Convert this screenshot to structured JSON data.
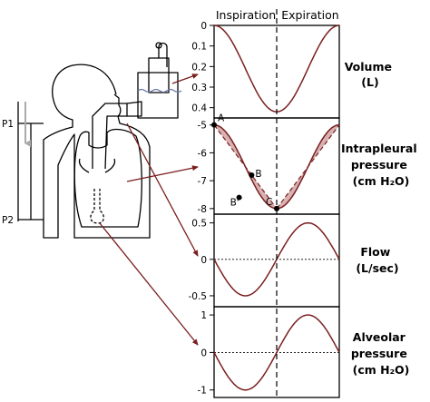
{
  "header": {
    "inspiration": "Inspiration",
    "expiration": "Expiration"
  },
  "colors": {
    "curve": "#7a1e1e",
    "shade": "#d8b2b2",
    "arrow": "#7a1e1e",
    "line": "#000000",
    "grey_arrow": "#aaaaaa"
  },
  "subject": {
    "pressure_labels": [
      "P1",
      "P2"
    ]
  },
  "panels": [
    {
      "id": "volume",
      "label_lines": [
        "Volume",
        "(L)"
      ],
      "y_ticks": [
        "0",
        "0.1",
        "0.2",
        "0.3",
        "0.4"
      ],
      "y_tick_values": [
        0,
        0.1,
        0.2,
        0.3,
        0.4
      ],
      "y_range": [
        0,
        0.45
      ],
      "inverted": true,
      "peak_value": 0.42
    },
    {
      "id": "intrapleural",
      "label_lines": [
        "Intrapleural",
        "pressure",
        "(cm H₂O)"
      ],
      "y_ticks": [
        "-5",
        "-6",
        "-7",
        "-8"
      ],
      "y_tick_values": [
        -5,
        -6,
        -7,
        -8
      ],
      "y_range": [
        -8.2,
        -4.75
      ],
      "start_value": -5,
      "trough_value": -8,
      "points": [
        {
          "name": "A",
          "value": -5
        },
        {
          "name": "B",
          "value": -6.8
        },
        {
          "name": "B'",
          "value": -7.6
        },
        {
          "name": "C",
          "value": -8
        }
      ]
    },
    {
      "id": "flow",
      "label_lines": [
        "Flow",
        "(L/sec)"
      ],
      "y_ticks": [
        "0.5",
        "0",
        "-0.5"
      ],
      "y_tick_values": [
        0.5,
        0,
        -0.5
      ],
      "y_range": [
        -0.65,
        0.62
      ],
      "amplitude": 0.5
    },
    {
      "id": "alveolar",
      "label_lines": [
        "Alveolar",
        "pressure",
        "(cm H₂O)"
      ],
      "y_ticks": [
        "1",
        "0",
        "-1"
      ],
      "y_tick_values": [
        1,
        0,
        -1
      ],
      "y_range": [
        -1.2,
        1.22
      ],
      "amplitude": 1
    }
  ]
}
